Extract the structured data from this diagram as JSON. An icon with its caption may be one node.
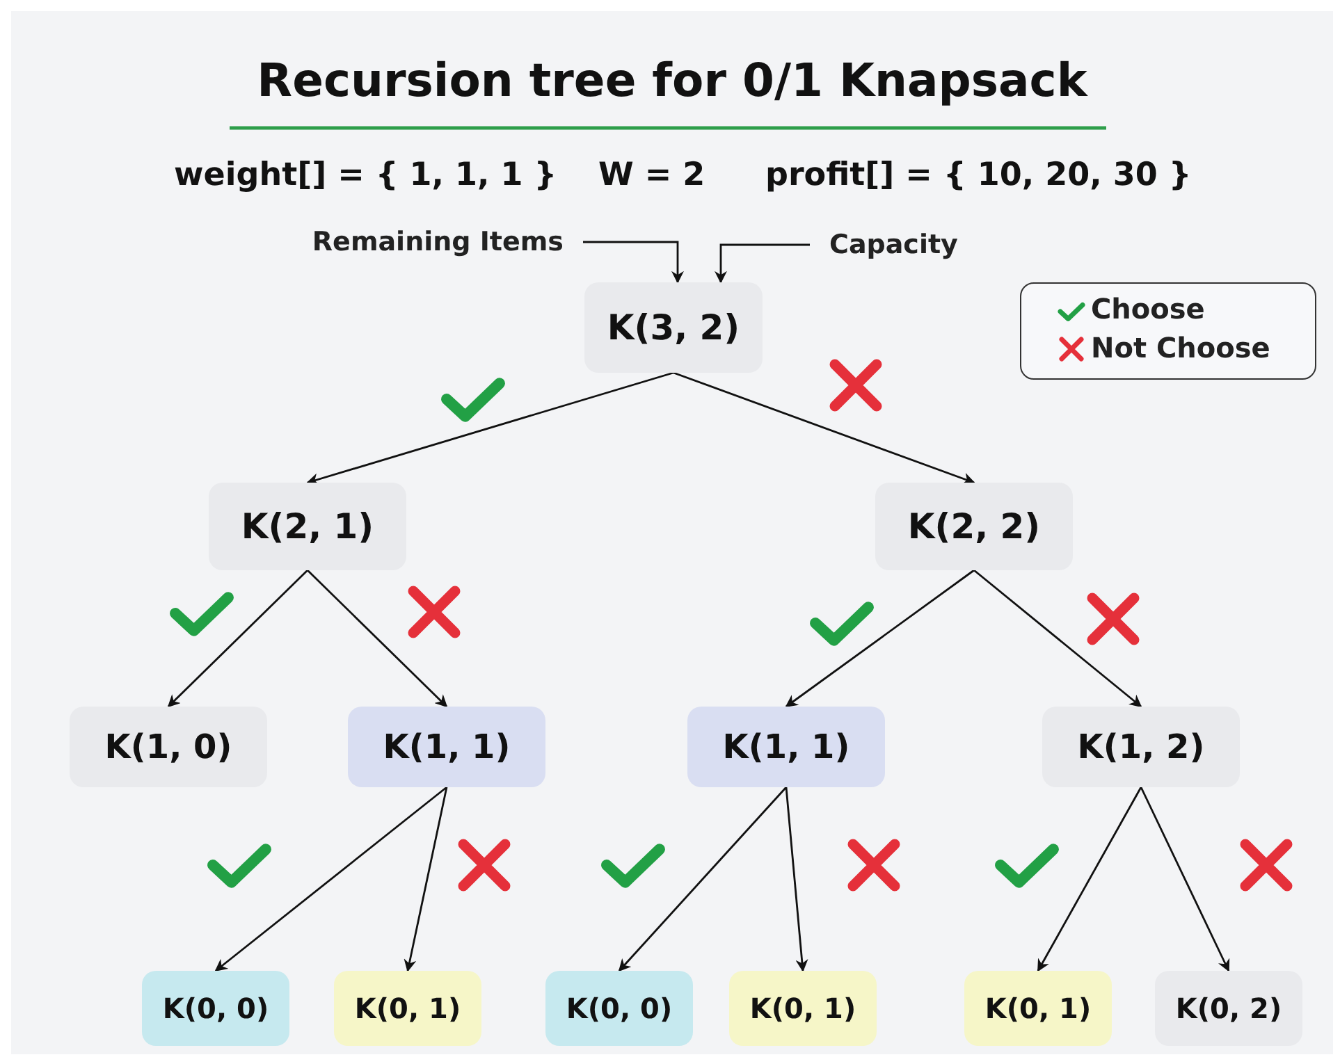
{
  "diagram": {
    "title": "Recursion tree for 0/1 Knapsack",
    "nodes": [
      {
        "text": [
          "Remaining Items"
        ]
      },
      {
        "text": [
          "Capacity"
        ]
      },
      {
        "text": [
          "K(3, 2)"
        ]
      },
      {
        "text": [
          "K(2, 1)"
        ]
      },
      {
        "text": [
          "K(2, 2)"
        ]
      },
      {
        "text": [
          "K(1, 0)"
        ]
      },
      {
        "text": [
          "K(1, 1)"
        ]
      },
      {
        "text": [
          "K(1, 1)"
        ]
      },
      {
        "text": [
          "K(1, 2)"
        ]
      },
      {
        "text": [
          "K(0, 0)"
        ]
      },
      {
        "text": [
          "K(0, 1)"
        ]
      },
      {
        "text": [
          "K(0, 0)"
        ]
      },
      {
        "text": [
          "K(0, 1)"
        ]
      },
      {
        "text": [
          "K(0, 1)"
        ]
      },
      {
        "text": [
          "K(0, 2)"
        ]
      }
    ],
    "edges": [
      {
        "from": 0,
        "to": 2,
        "arrow": "to"
      },
      {
        "from": 1,
        "to": 2,
        "arrow": "to"
      },
      {
        "from": 2,
        "to": 3,
        "arrow": "to"
      },
      {
        "from": 2,
        "to": 4,
        "arrow": "to"
      },
      {
        "from": 3,
        "to": 5,
        "arrow": "to"
      },
      {
        "from": 3,
        "to": 6,
        "arrow": "to"
      },
      {
        "from": 4,
        "to": 7,
        "arrow": "to"
      },
      {
        "from": 4,
        "to": 8,
        "arrow": "to"
      },
      {
        "from": 6,
        "to": 9,
        "arrow": "to"
      },
      {
        "from": 6,
        "to": 10,
        "arrow": "to"
      },
      {
        "from": 7,
        "to": 11,
        "arrow": "to"
      },
      {
        "from": 7,
        "to": 12,
        "arrow": "to"
      },
      {
        "from": 8,
        "to": 13,
        "arrow": "to"
      },
      {
        "from": 8,
        "to": 14,
        "arrow": "to"
      }
    ],
    "labels": [
      "weight[] = { 1, 1, 1 }",
      "W = 2",
      "profit[] = { 10, 20, 30 }"
    ],
    "legend": [
      {
        "text": "Choose"
      },
      {
        "text": "Not Choose"
      }
    ]
  }
}
